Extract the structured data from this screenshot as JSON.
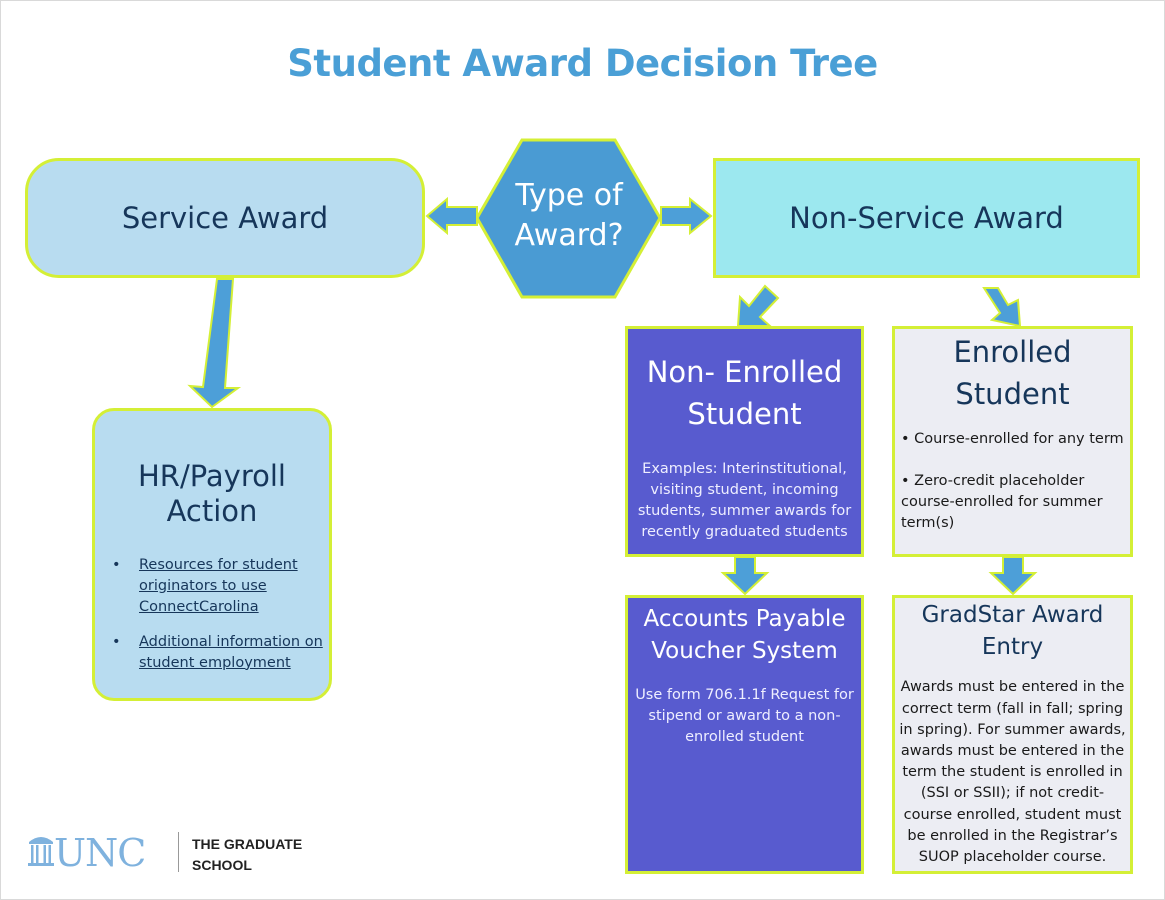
{
  "title": "Student Award Decision Tree",
  "center": {
    "label": "Type of Award?"
  },
  "service_award": {
    "label": "Service Award"
  },
  "non_service_award": {
    "label": "Non-Service Award"
  },
  "hr_payroll": {
    "title": "HR/Payroll Action",
    "links": [
      "Resources for student originators to use ConnectCarolina",
      "Additional information on student employment"
    ]
  },
  "non_enrolled": {
    "title": "Non- Enrolled Student",
    "description": "Examples: Interinstitutional, visiting student, incoming students, summer awards for recently graduated students"
  },
  "enrolled": {
    "title": "Enrolled Student",
    "bullets": [
      "• Course-enrolled for any term",
      "• Zero-credit placeholder course-enrolled for summer term(s)"
    ]
  },
  "accounts_payable": {
    "title": "Accounts Payable Voucher System",
    "description": "Use form 706.1.1f Request for stipend or award to a non-enrolled student"
  },
  "gradstar": {
    "title": "GradStar Award Entry",
    "description": "Awards must be entered in the correct term (fall in fall; spring in spring). For summer awards, awards must be entered in the term the student is enrolled in (SSI or SSII); if not credit-course enrolled, student must be enrolled in the Registrar’s SUOP placeholder course."
  },
  "logo": {
    "wordmark": "UNC",
    "line1": "THE GRADUATE",
    "line2": "SCHOOL"
  },
  "colors": {
    "title": "#4a9fd6",
    "arrow": "#4d9fd8",
    "outline": "#d4ef36",
    "service": "#b8dcf0",
    "non_service": "#9ce8ef",
    "non_enrolled": "#585bcf",
    "enrolled": "#ecedf3"
  }
}
